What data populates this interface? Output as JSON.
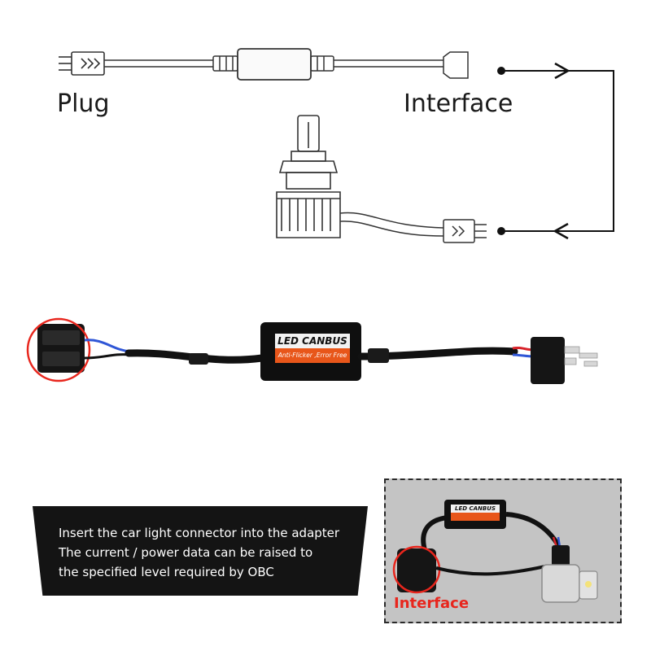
{
  "labels": {
    "plug": "Plug",
    "interface": "Interface"
  },
  "module": {
    "title": "LED CANBUS",
    "subtitle": "Anti-Flicker ,Error Free"
  },
  "banner": {
    "lines": [
      "Insert the car light connector into the adapter",
      "The current / power data can be raised to",
      "the specified level required by OBC"
    ]
  },
  "photo": {
    "module_title": "LED CANBUS",
    "caption": "Interface"
  },
  "colors": {
    "accent_orange": "#e8561a",
    "highlight_red": "#e8261d",
    "wire_blue": "#2f56d6",
    "wire_red": "#d8232a",
    "banner_bg": "#141414"
  }
}
